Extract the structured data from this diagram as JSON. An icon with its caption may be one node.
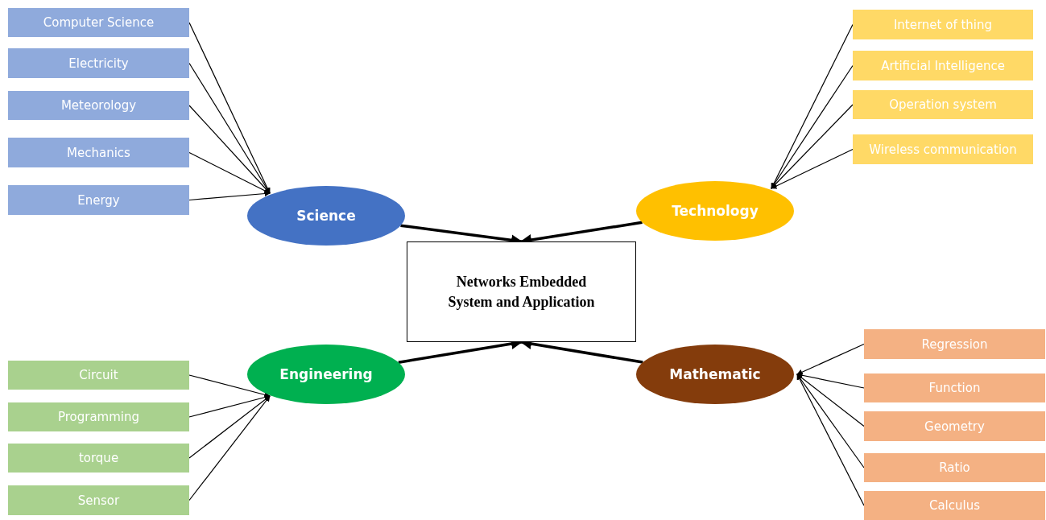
{
  "diagram": {
    "nodes": [
      {
        "text": [
          "Computer Science"
        ]
      },
      {
        "text": [
          "Electricity"
        ]
      },
      {
        "text": [
          "Meteorology"
        ]
      },
      {
        "text": [
          "Mechanics"
        ]
      },
      {
        "text": [
          "Energy"
        ]
      },
      {
        "text": [
          "Science"
        ]
      },
      {
        "text": [
          "Internet of thing"
        ]
      },
      {
        "text": [
          "Artificial Intelligence"
        ]
      },
      {
        "text": [
          "Operation system"
        ]
      },
      {
        "text": [
          "Wireless communication"
        ]
      },
      {
        "text": [
          "Technology"
        ]
      },
      {
        "text": [
          "Networks Embedded System and Application"
        ]
      },
      {
        "text": [
          "Engineering"
        ]
      },
      {
        "text": [
          "Circuit"
        ]
      },
      {
        "text": [
          "Programming"
        ]
      },
      {
        "text": [
          "torque"
        ]
      },
      {
        "text": [
          "Sensor"
        ]
      },
      {
        "text": [
          "Mathematic"
        ]
      },
      {
        "text": [
          "Regression"
        ]
      },
      {
        "text": [
          "Function"
        ]
      },
      {
        "text": [
          "Geometry"
        ]
      },
      {
        "text": [
          "Ratio"
        ]
      },
      {
        "text": [
          "Calculus"
        ]
      }
    ],
    "edges": [
      {
        "from": 0,
        "to": 5,
        "arrow": "to"
      },
      {
        "from": 1,
        "to": 5,
        "arrow": "to"
      },
      {
        "from": 2,
        "to": 5,
        "arrow": "to"
      },
      {
        "from": 3,
        "to": 5,
        "arrow": "to"
      },
      {
        "from": 4,
        "to": 5,
        "arrow": "to"
      },
      {
        "from": 6,
        "to": 10,
        "arrow": "to"
      },
      {
        "from": 7,
        "to": 10,
        "arrow": "to"
      },
      {
        "from": 8,
        "to": 10,
        "arrow": "to"
      },
      {
        "from": 9,
        "to": 10,
        "arrow": "to"
      },
      {
        "from": 5,
        "to": 11,
        "arrow": "to",
        "style": "thick"
      },
      {
        "from": 10,
        "to": 11,
        "arrow": "to",
        "style": "thick"
      },
      {
        "from": 12,
        "to": 11,
        "arrow": "to",
        "style": "thick"
      },
      {
        "from": 17,
        "to": 11,
        "arrow": "to",
        "style": "thick"
      },
      {
        "from": 13,
        "to": 12,
        "arrow": "to"
      },
      {
        "from": 14,
        "to": 12,
        "arrow": "to"
      },
      {
        "from": 15,
        "to": 12,
        "arrow": "to"
      },
      {
        "from": 16,
        "to": 12,
        "arrow": "to"
      },
      {
        "from": 18,
        "to": 17,
        "arrow": "to"
      },
      {
        "from": 19,
        "to": 17,
        "arrow": "to"
      },
      {
        "from": 20,
        "to": 17,
        "arrow": "to"
      },
      {
        "from": 21,
        "to": 17,
        "arrow": "to"
      },
      {
        "from": 22,
        "to": 17,
        "arrow": "to"
      }
    ]
  }
}
